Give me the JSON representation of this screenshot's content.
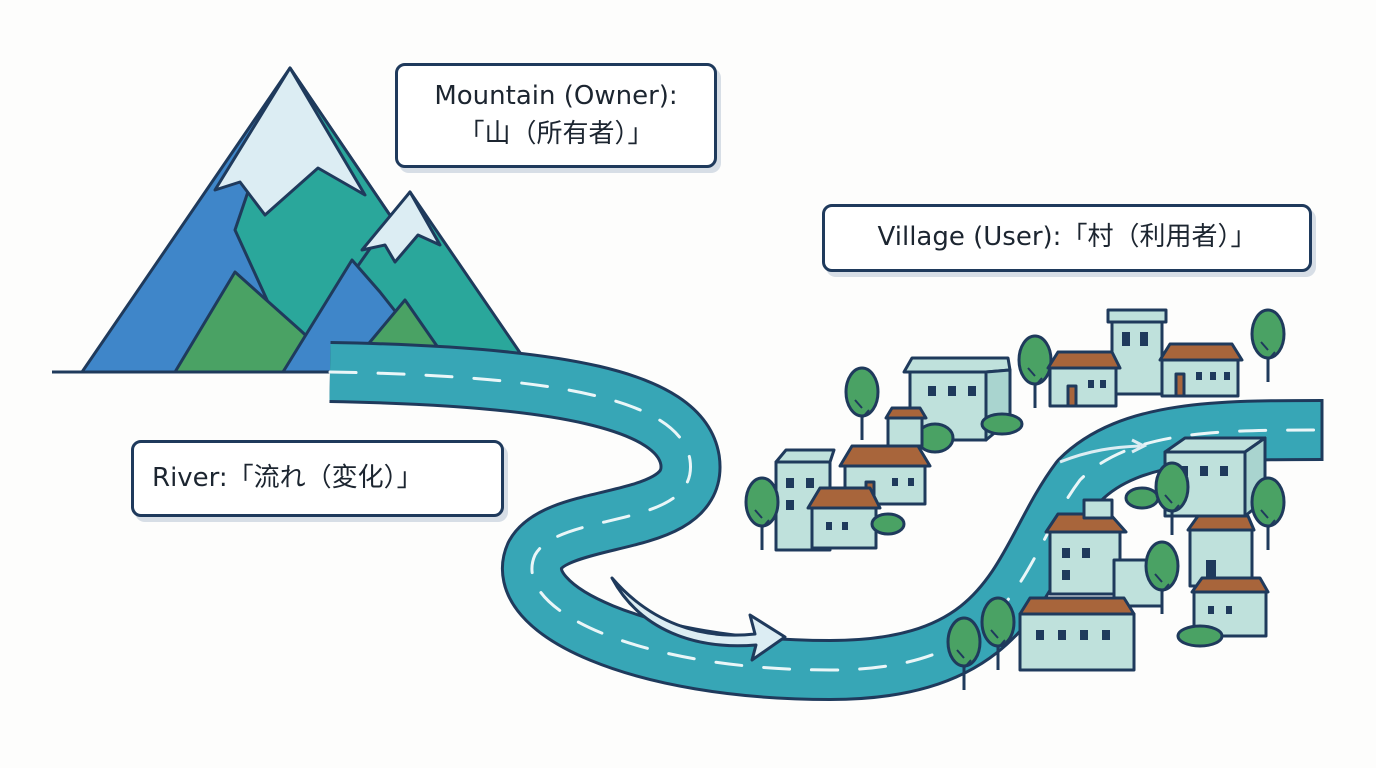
{
  "labels": {
    "mountain": {
      "line1": "Mountain (Owner):",
      "line2": "「山（所有者）」"
    },
    "village": {
      "text": "Village (User):「村（利用者）」"
    },
    "river": {
      "text": "River:「流れ（変化）」"
    }
  },
  "colors": {
    "outline": "#1f3a5c",
    "mountain_blue": "#3f86c9",
    "mountain_teal": "#2aa79b",
    "mountain_green": "#4aa264",
    "snow": "#dcedf3",
    "river": "#37a6b6",
    "building": "#bfe1dc",
    "roof": "#a8653b",
    "tree": "#4aa264"
  }
}
